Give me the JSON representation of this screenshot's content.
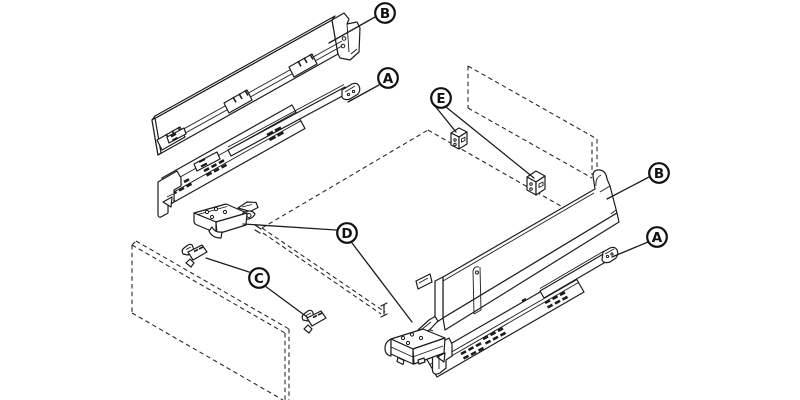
{
  "diagram": {
    "kind": "exploded-assembly-line-drawing",
    "background_color": "#ffffff",
    "ink_color": "#1c1c1c",
    "visible_letters": [
      "B",
      "A",
      "E",
      "B",
      "A",
      "D",
      "C"
    ]
  },
  "callouts": [
    {
      "id": "callout-b-top-left",
      "letter": "B"
    },
    {
      "id": "callout-a-top-left",
      "letter": "A"
    },
    {
      "id": "callout-e",
      "letter": "E"
    },
    {
      "id": "callout-b-right",
      "letter": "B"
    },
    {
      "id": "callout-a-right",
      "letter": "A"
    },
    {
      "id": "callout-d",
      "letter": "D"
    },
    {
      "id": "callout-c",
      "letter": "C"
    }
  ]
}
